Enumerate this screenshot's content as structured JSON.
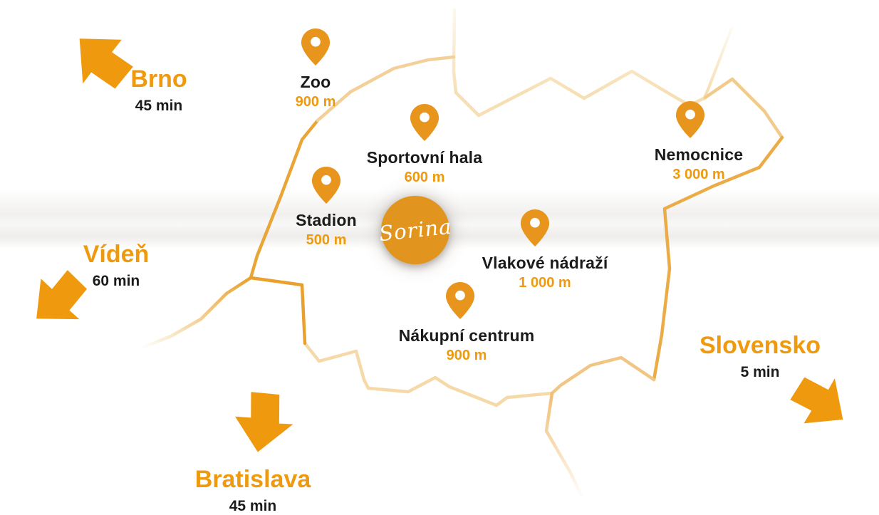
{
  "brand": {
    "name": "Sorina"
  },
  "colors": {
    "accent": "#EF9A0E",
    "pin": "#E8951D",
    "circle": "#E2951E",
    "text_dark": "#1B1B1B",
    "map_line_light": "#F6DFB4",
    "map_line_medium": "#F1C584",
    "map_line_dark": "#E9A02C"
  },
  "destinations": [
    {
      "id": "brno",
      "label": "Brno",
      "time": "45 min",
      "direction": "up-left"
    },
    {
      "id": "viden",
      "label": "Vídeň",
      "time": "60 min",
      "direction": "down-left"
    },
    {
      "id": "bratislava",
      "label": "Bratislava",
      "time": "45 min",
      "direction": "down"
    },
    {
      "id": "slovensko",
      "label": "Slovensko",
      "time": "5 min",
      "direction": "down-right"
    }
  ],
  "pois": [
    {
      "id": "zoo",
      "label": "Zoo",
      "distance": "900 m"
    },
    {
      "id": "sportovni-hala",
      "label": "Sportovní hala",
      "distance": "600 m"
    },
    {
      "id": "stadion",
      "label": "Stadion",
      "distance": "500 m"
    },
    {
      "id": "vlakove-nadrazi",
      "label": "Vlakové nádraží",
      "distance": "1 000 m"
    },
    {
      "id": "nakupni-centrum",
      "label": "Nákupní centrum",
      "distance": "900 m"
    },
    {
      "id": "nemocnice",
      "label": "Nemocnice",
      "distance": "3 000 m"
    }
  ]
}
